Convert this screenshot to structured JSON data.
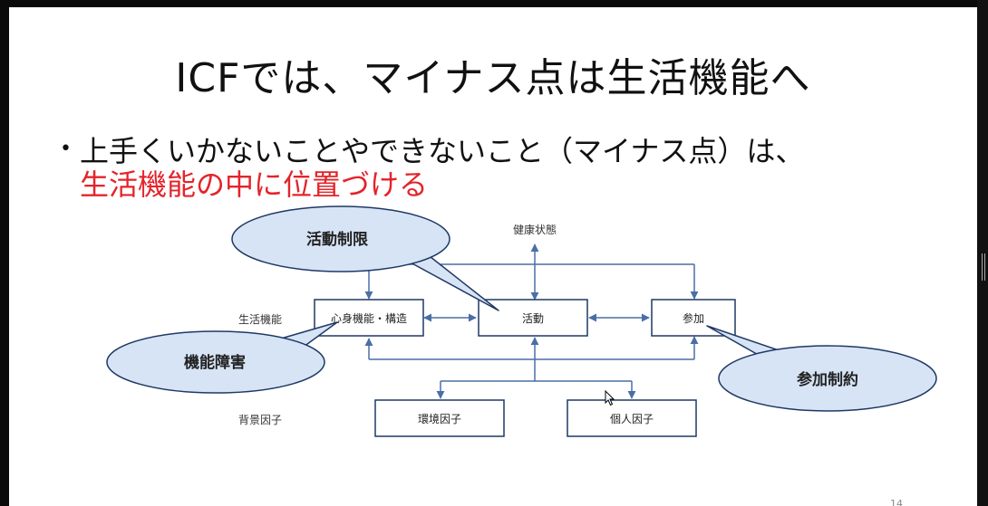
{
  "slide": {
    "title": "ICFでは、マイナス点は生活機能へ",
    "bullet_marker": "•",
    "bullet_line1": "上手くいかないことやできないこと（マイナス点）は、",
    "bullet_line2": "生活機能の中に位置づける",
    "page_number": "14"
  },
  "diagram": {
    "health_condition": "健康状態",
    "row_label_functioning": "生活機能",
    "row_label_context": "背景因子",
    "box_body": "心身機能・構造",
    "box_activity": "活動",
    "box_participation": "参加",
    "box_environment": "環境因子",
    "box_personal": "個人因子",
    "callout_activity_limitation": "活動制限",
    "callout_impairment": "機能障害",
    "callout_participation_restriction": "参加制約"
  },
  "colors": {
    "accent_red": "#e3242b",
    "callout_fill": "#d6e4f5",
    "line": "#4a6fa5"
  }
}
